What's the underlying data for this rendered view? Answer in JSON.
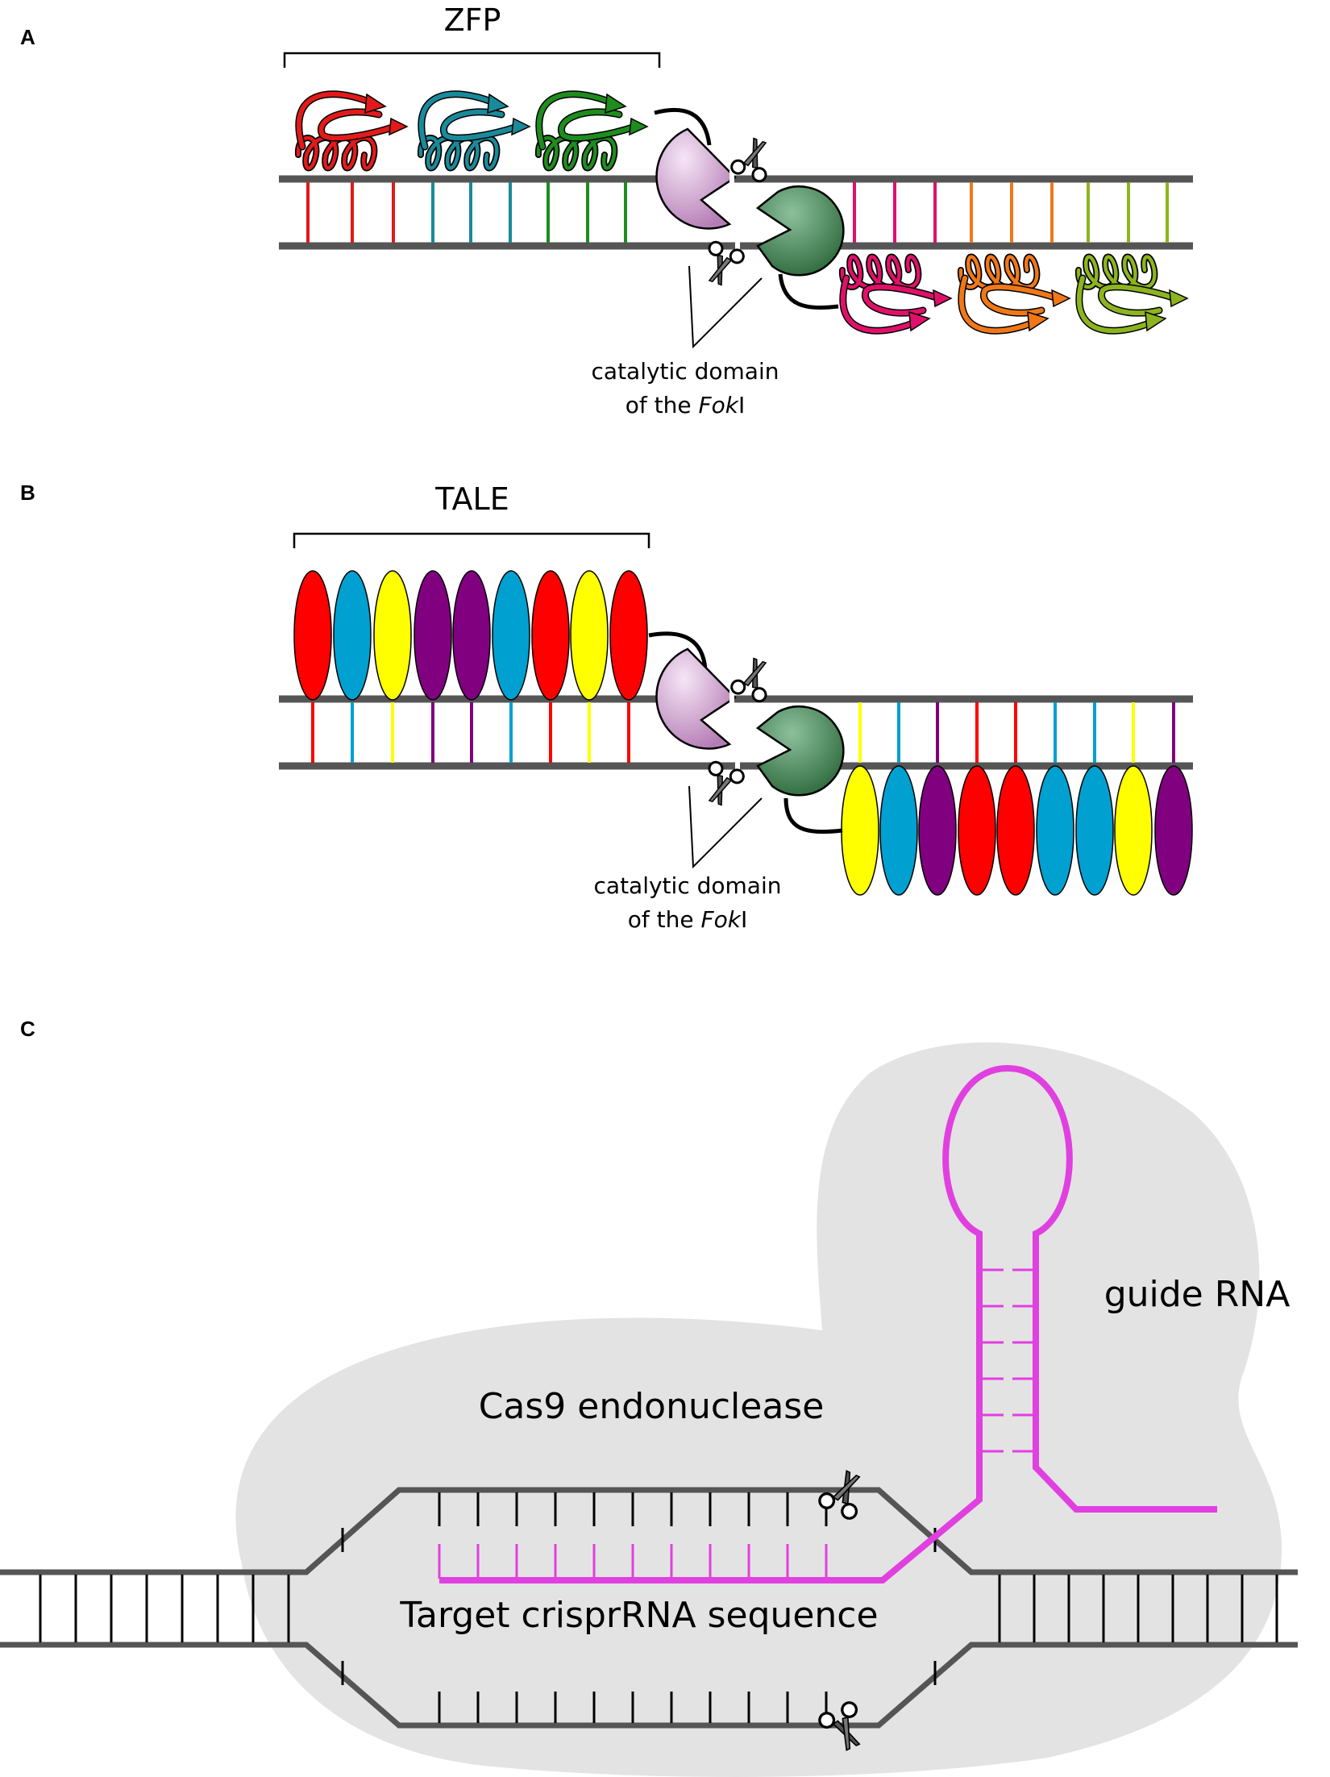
{
  "panels": {
    "a": {
      "letter": "A",
      "protein_label": "ZFP",
      "domain_label_line1": "catalytic domain",
      "domain_label_line2_prefix": "of the ",
      "domain_label_line2_italic": "Fok",
      "domain_label_line2_suffix": "I"
    },
    "b": {
      "letter": "B",
      "protein_label": "TALE",
      "domain_label_line1": "catalytic domain",
      "domain_label_line2_prefix": "of the ",
      "domain_label_line2_italic": "Fok",
      "domain_label_line2_suffix": "I"
    },
    "c": {
      "letter": "C",
      "cas9_label": "Cas9 endonuclease",
      "guide_label": "guide RNA",
      "target_label": "Target crisprRNA sequence"
    }
  },
  "colors": {
    "red": "#ff0000",
    "cyan": "#00a0d0",
    "yellow": "#ffff00",
    "purple": "#800080",
    "zf_red": "#e21a1a",
    "zf_teal": "#1a8a9a",
    "zf_green": "#1e8c1e",
    "zf_pink": "#e0106a",
    "zf_orange": "#f07818",
    "zf_olive": "#8cb41e",
    "dna": "#555555",
    "guide": "#e040e0",
    "cas9": "#e4e4e4",
    "fok_left": "#c89ac8",
    "fok_right": "#3c7a4c"
  },
  "tale_left_colors": [
    "red",
    "cyan",
    "yellow",
    "purple",
    "purple",
    "cyan",
    "red",
    "yellow",
    "red"
  ],
  "tale_right_colors": [
    "yellow",
    "cyan",
    "purple",
    "red",
    "red",
    "cyan",
    "cyan",
    "yellow",
    "purple"
  ]
}
